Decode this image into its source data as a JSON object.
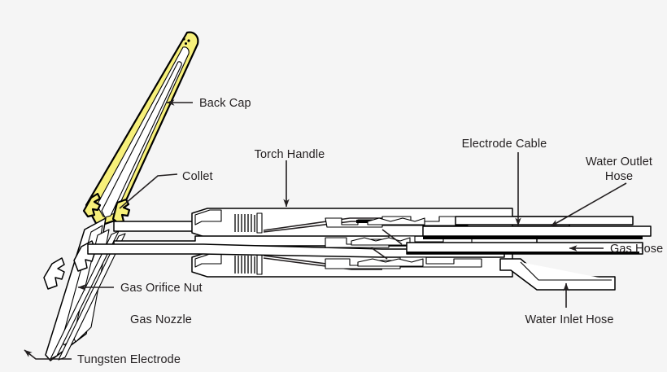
{
  "figure": {
    "title": "TIG Welding Torch Cutaway Diagram",
    "background_color": "#f5f5f5",
    "line_color": "#000000",
    "text_color": "#231f20",
    "accent_color": "#f7f07a"
  },
  "labels": {
    "back_cap": "Back Cap",
    "collet": "Collet",
    "torch_handle": "Torch Handle",
    "electrode_cable": "Electrode Cable",
    "water_outlet_hose_line1": "Water Outlet",
    "water_outlet_hose_line2": "Hose",
    "gas_hose": "Gas Hose",
    "water_inlet_hose": "Water Inlet Hose",
    "gas_orifice_nut": "Gas Orifice Nut",
    "gas_nozzle": "Gas Nozzle",
    "tungsten_electrode": "Tungsten Electrode"
  },
  "parts": [
    {
      "id": "back-cap",
      "label": "Back Cap",
      "color": "#f7f07a",
      "callout": "arrow-left"
    },
    {
      "id": "collet",
      "label": "Collet",
      "callout": "line"
    },
    {
      "id": "torch-handle",
      "label": "Torch Handle",
      "callout": "arrow-down"
    },
    {
      "id": "electrode-cable",
      "label": "Electrode Cable",
      "callout": "arrow-down"
    },
    {
      "id": "water-outlet-hose",
      "label": "Water Outlet Hose",
      "callout": "arrow-diagonal"
    },
    {
      "id": "gas-hose",
      "label": "Gas Hose",
      "callout": "arrow-left"
    },
    {
      "id": "water-inlet-hose",
      "label": "Water Inlet Hose",
      "callout": "arrow-up"
    },
    {
      "id": "gas-orifice-nut",
      "label": "Gas Orifice Nut",
      "callout": "arrow-left"
    },
    {
      "id": "gas-nozzle",
      "label": "Gas Nozzle",
      "callout": "none"
    },
    {
      "id": "tungsten-electrode",
      "label": "Tungsten Electrode",
      "callout": "arrow-left"
    }
  ]
}
